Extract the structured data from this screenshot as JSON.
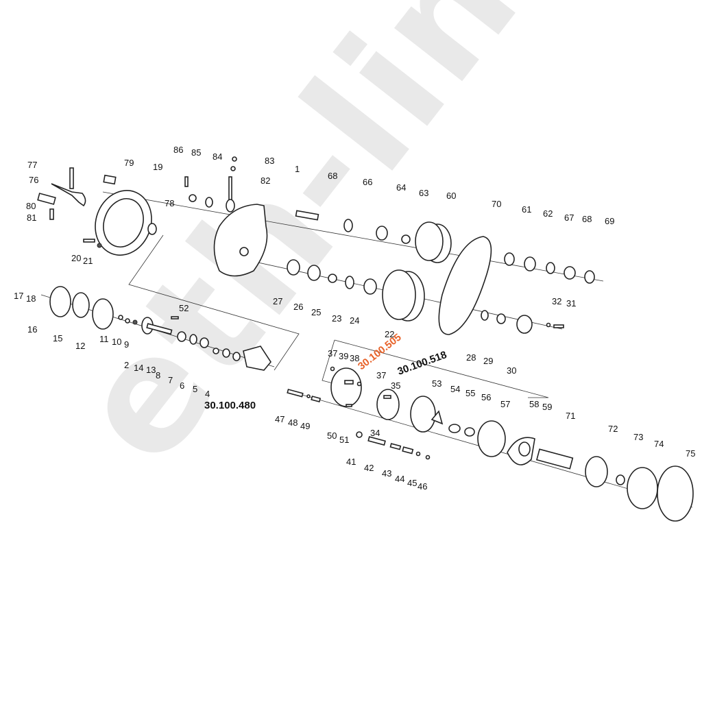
{
  "watermark": "eth-link.de",
  "labels": [
    "77",
    "79",
    "19",
    "76",
    "80",
    "81",
    "78",
    "20",
    "21",
    "86",
    "85",
    "84",
    "83",
    "82",
    "1",
    "68",
    "66",
    "64",
    "63",
    "60",
    "70",
    "61",
    "62",
    "67",
    "68",
    "69",
    "17",
    "18",
    "16",
    "15",
    "12",
    "11",
    "10",
    "9",
    "52",
    "2",
    "14",
    "13",
    "8",
    "7",
    "6",
    "5",
    "4",
    "27",
    "26",
    "25",
    "23",
    "24",
    "22",
    "28",
    "29",
    "30",
    "32",
    "31",
    "37",
    "39",
    "38",
    "37",
    "35",
    "53",
    "54",
    "55",
    "56",
    "57",
    "58",
    "59",
    "71",
    "72",
    "73",
    "74",
    "75",
    "47",
    "48",
    "49",
    "50",
    "51",
    "34",
    "41",
    "42",
    "43",
    "44",
    "45",
    "46"
  ],
  "assemblies": {
    "a480": "30.100.480",
    "a505": "30.100.505",
    "a518": "30.100.518"
  },
  "colors": {
    "highlight": "#e8632a",
    "ink": "#111111"
  }
}
